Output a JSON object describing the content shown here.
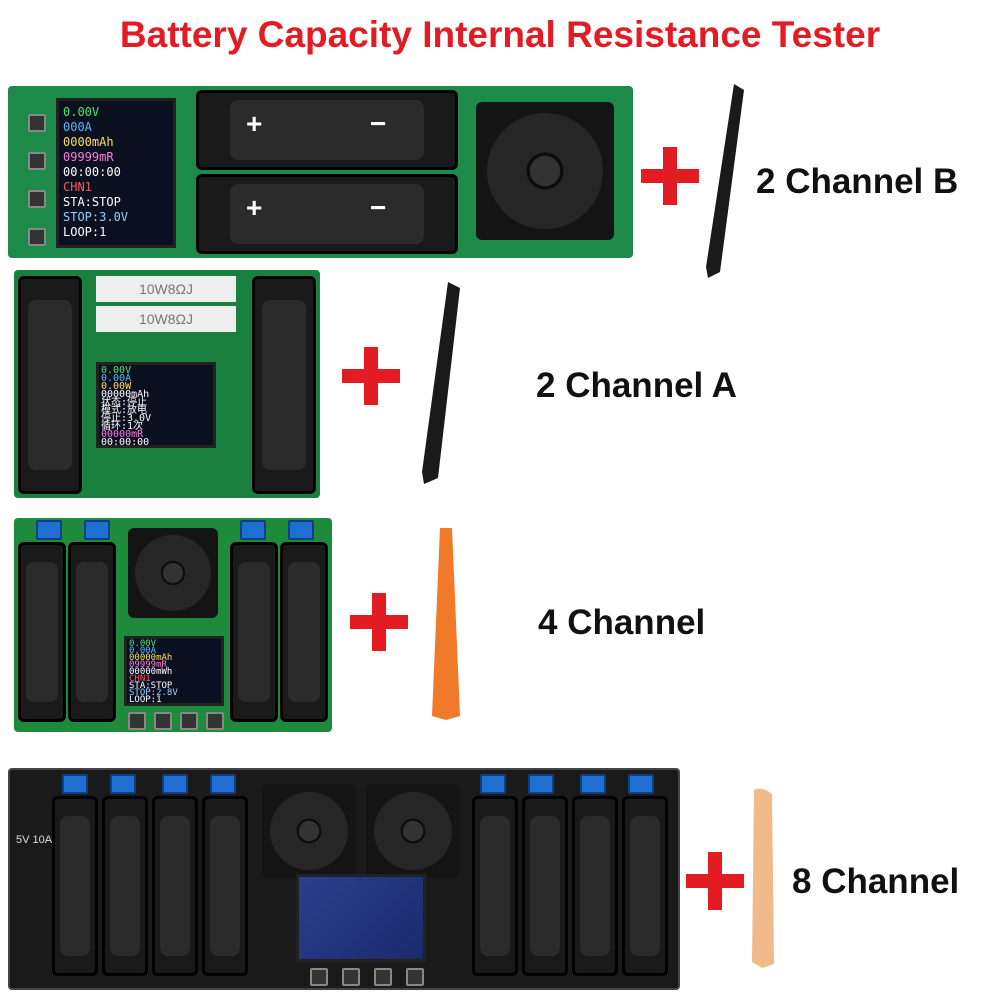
{
  "title": "Battery Capacity Internal Resistance Tester",
  "products": [
    {
      "name": "2 Channel B",
      "board_color": "#1d8a4a"
    },
    {
      "name": "2 Channel A",
      "board_color": "#1a8040"
    },
    {
      "name": "4 Channel",
      "board_color": "#1e8a3c"
    },
    {
      "name": "8 Channel",
      "board_color": "#1a1a1a"
    }
  ],
  "accessory_colors": {
    "pry_tool_black": "#1a1a1a",
    "pry_tool_orange": "#f07a2a",
    "pry_tool_peach": "#f2b98a"
  },
  "plus_color": "#e31b23",
  "board_b": {
    "lcd_lines": [
      "0.00V",
      "000A",
      "0000mAh",
      "09999mR",
      "00:00:00",
      "CHN1",
      "STA:STOP",
      "STOP:3.0V",
      "LOOP:1"
    ],
    "cell_plus": "+",
    "cell_minus": "−"
  },
  "board_a": {
    "resistor_labels": [
      "10W8ΩJ",
      "10W8ΩJ"
    ],
    "lcd_lines": [
      "0.00V",
      "0.00A",
      "0.00W",
      "00000mAh",
      "状态:停止",
      "模式:放电",
      "停止:3.0V",
      "循环:1次",
      "00000mR",
      "00:00:00"
    ]
  },
  "board_4": {
    "lcd_lines": [
      "0.00V",
      "0.00A",
      "00000mAh",
      "09999mR",
      "00000mWh",
      "CHN1",
      "STA:STOP",
      "STOP:2.8V",
      "LOOP:1"
    ]
  },
  "board_8": {
    "power_label": "5V 10A"
  }
}
